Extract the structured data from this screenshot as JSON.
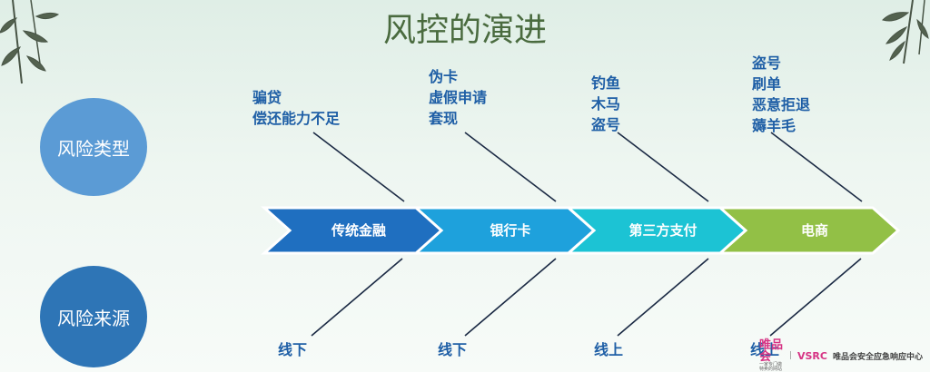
{
  "title": "风控的演进",
  "circles": {
    "risk_type": "风险类型",
    "risk_source": "风险来源"
  },
  "stages": [
    {
      "label": "传统金融",
      "color": "#1f6fc0",
      "risks": [
        "骗贷",
        "偿还能力不足"
      ],
      "source": "线下"
    },
    {
      "label": "银行卡",
      "color": "#1ea1dc",
      "risks": [
        "伪卡",
        "虚假申请",
        "套现"
      ],
      "source": "线下"
    },
    {
      "label": "第三方支付",
      "color": "#1cc3d4",
      "risks": [
        "钓鱼",
        "木马",
        "盗号"
      ],
      "source": "线上"
    },
    {
      "label": "电商",
      "color": "#92c046",
      "risks": [
        "盗号",
        "刷单",
        "恶意拒退",
        "薅羊毛"
      ],
      "source": "线上"
    }
  ],
  "logo": {
    "brand": "唯品会",
    "tagline": "一家专门做特卖的网站",
    "org_abbr": "VSRC",
    "org_name": "唯品会安全应急响应中心"
  },
  "colors": {
    "title": "#4a6b3f",
    "text": "#1f5fa6",
    "circle_top": "#5b9bd5",
    "circle_bottom": "#2e75b6"
  }
}
